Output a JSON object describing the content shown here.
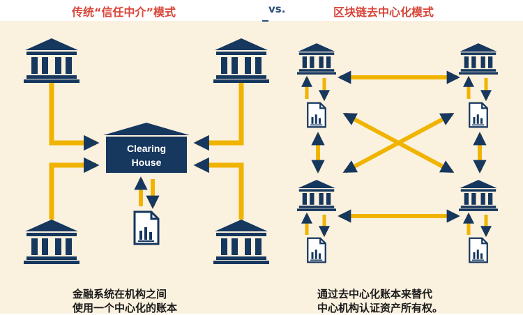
{
  "titles": {
    "traditional": "传统“信任中介”模式",
    "vs": "vs.",
    "blockchain": "区块链去中心化模式"
  },
  "clearing_house": {
    "line1": "Clearing",
    "line2": "House"
  },
  "captions": {
    "left": [
      "金融系统在机构之间",
      "使用一个中心化的账本"
    ],
    "right": [
      "通过去中心化账本来替代",
      "中心机构认证资产所有权。"
    ]
  },
  "colors": {
    "arrow": "#f0b400",
    "navy": "#16375e",
    "title_red": "#d8463a",
    "background": "#fbf1df"
  },
  "icons": {
    "bank": "bank-icon",
    "document": "document-chart-icon"
  }
}
